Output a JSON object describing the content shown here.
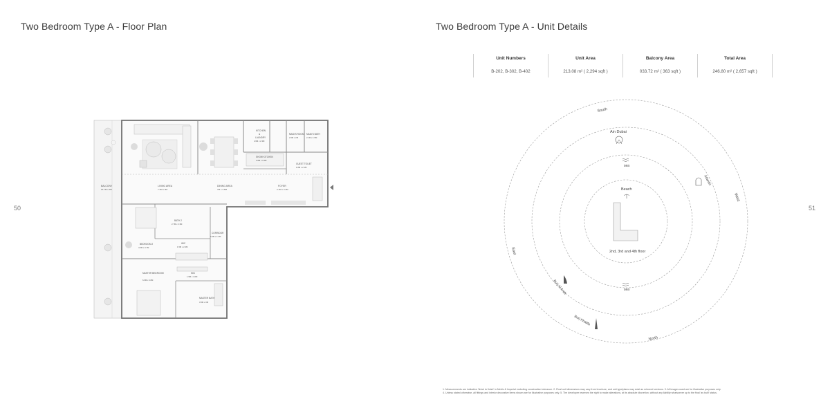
{
  "left_page": {
    "title": "Two Bedroom Type A - Floor Plan",
    "page_number": "50",
    "rooms": {
      "balcony": "BALCONY",
      "balcony_dim": "16.7M x 2M",
      "living": "LIVING AREA",
      "living_dim": "7.3M x 6M",
      "dining": "DINING AREA",
      "dining_dim": "7M x 3.5M",
      "foyer": "FOYER",
      "foyer_dim": "2.1M x 4.4M",
      "kitchen": "KITCHEN",
      "kitchen_amp": "&",
      "laundry": "LAUNDRY",
      "kitchen_dim": "2.6M x 2.3M",
      "maids_room": "MAID'S ROOM",
      "maids_room_dim": "2.6M x 2M",
      "maids_bath": "MAID'S BATH",
      "maids_bath_dim": "2.1M x 1.5M",
      "show_kitchen": "SHOW KITCHEN",
      "show_kitchen_dim": "1.8M x 3.4M",
      "guest_toilet": "GUEST TOILET",
      "guest_toilet_dim": "1.8M x 2.1M",
      "bath2": "BATH 2",
      "bath2_dim": "2.7M x 2.3M",
      "corridor": "CORRIDOR",
      "corridor_dim": "6.4M x 1.2M",
      "bedroom2": "BEDROOM 2",
      "bedroom2_dim": "4.6M x 4.7M",
      "wic1": "WIC",
      "wic1_dim": "1.5M x 2.4M",
      "master_bedroom": "MASTER BEDROOM",
      "master_dim": "6.6M x 4.6M",
      "wic2": "WIC",
      "wic2_dim": "1.9M x 4.0M",
      "master_bath": "MASTER BATH",
      "master_bath_dim": "3.5M x 3M"
    }
  },
  "right_page": {
    "title": "Two Bedroom Type A - Unit Details",
    "page_number": "51",
    "details": {
      "headers": [
        "Unit Numbers",
        "Unit Area",
        "Balcony Area",
        "Total Area"
      ],
      "values": [
        "B-202, B-302, B-402",
        "213.08 m² ( 2,294 sqft )",
        "033.72 m² ( 363 sqft )",
        "246.80 m² ( 2,657 sqft )"
      ]
    },
    "orientation": {
      "south": "South",
      "west": "West",
      "north": "North",
      "east": "East",
      "ain_dubai": "Ain Dubai",
      "sea_top": "sea",
      "sea_bottom": "sea",
      "beach": "Beach",
      "atlantis": "Atlantis",
      "burj_al_arab": "Burj Al Arab",
      "burj_khalifa": "Burj Khalifa",
      "floors": "2nd, 3rd and 4th floor"
    },
    "footnote": [
      "1. Measurements are indicative 'finish to finish' in Metric & Imperial excluding construction tolerance. 2. Final unit dimensions may vary from brochure, and unit type/plans may exist as mirrored versions. 3. All images used are for illustrative purposes only.",
      "4. Unless stated otherwise, all fittings and interior decorative items shown are for illustrative purposes only. 5. The developer reserves the right to make alterations, at its absolute discretion, without any liability whatsoever up to the final 'as built' status."
    ]
  }
}
